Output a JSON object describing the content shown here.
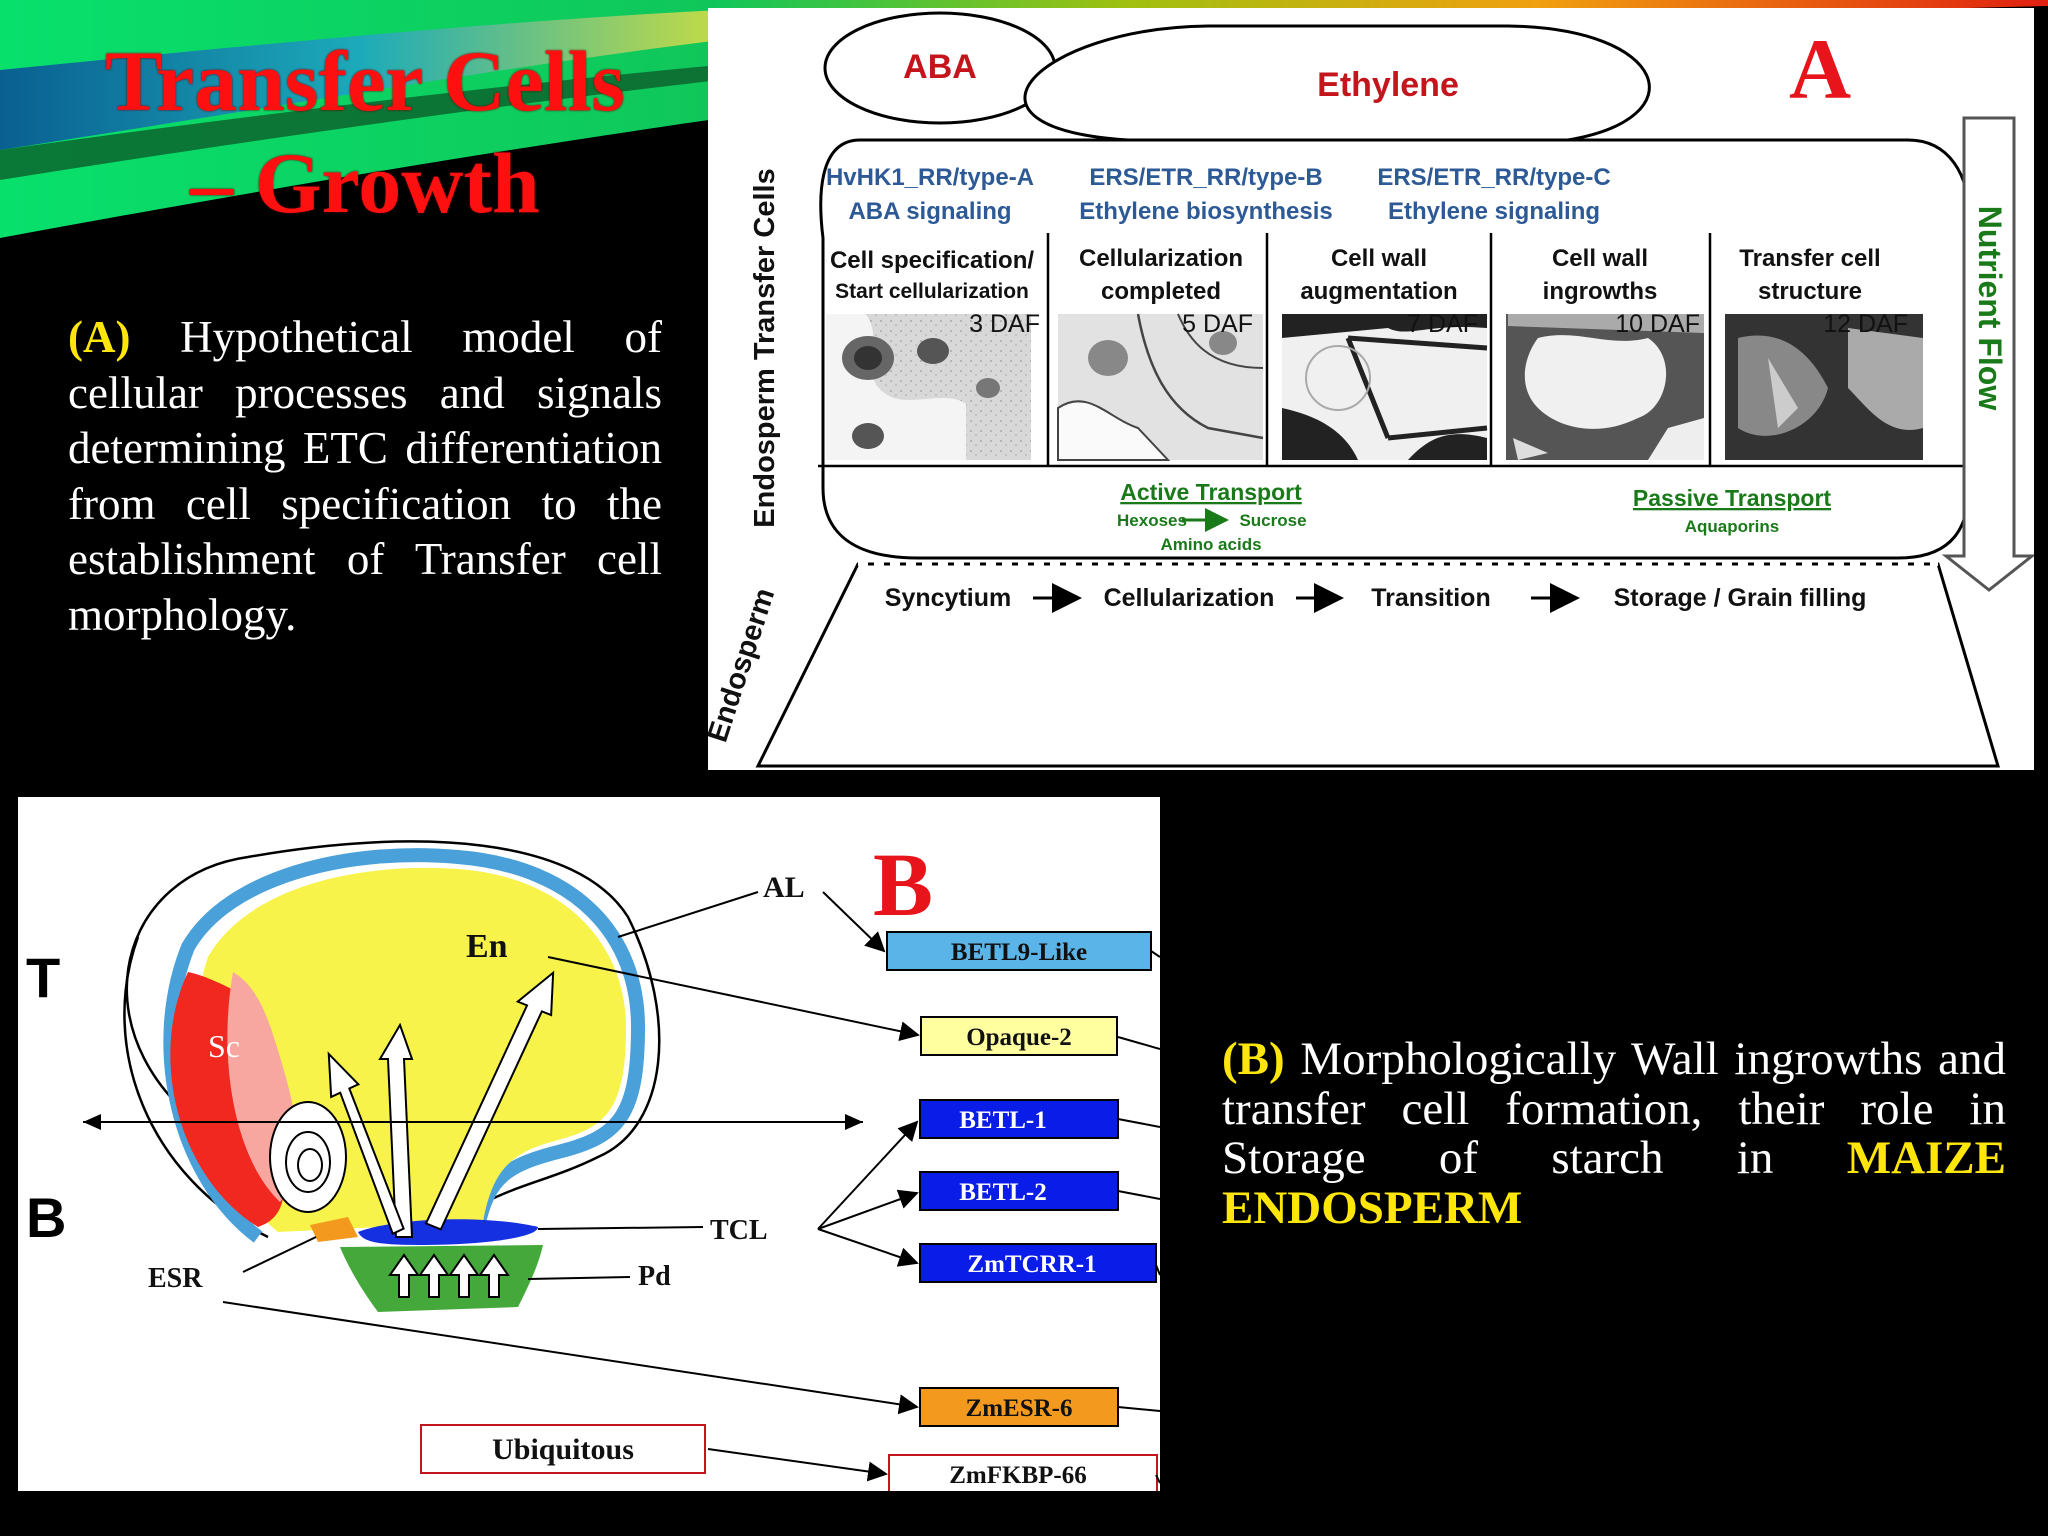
{
  "title": {
    "line1": "Transfer Cells",
    "line2": "– Growth"
  },
  "desc_a": {
    "label": "(A)",
    "text": " Hypothetical model of cellular processes and signals determining ETC differentiation from cell specification to the establishment of Transfer cell morphology."
  },
  "desc_b": {
    "label": "(B)",
    "text": " Morphologically Wall ingrowths and transfer cell formation, their role in Storage of starch in ",
    "highlight": "MAIZE ENDOSPERM"
  },
  "panel_a": {
    "letter": "A",
    "hormones": [
      "ABA",
      "Ethylene"
    ],
    "signals": [
      {
        "top": "HvHK1_RR/type-A",
        "bottom": "ABA signaling"
      },
      {
        "top": "ERS/ETR_RR/type-B",
        "bottom": "Ethylene biosynthesis"
      },
      {
        "top": "ERS/ETR_RR/type-C",
        "bottom": "Ethylene signaling"
      }
    ],
    "stages": [
      {
        "line1": "Cell specification/",
        "line2": "Start cellularization",
        "daf": "3 DAF"
      },
      {
        "line1": "Cellularization",
        "line2": "completed",
        "daf": "5 DAF"
      },
      {
        "line1": "Cell wall",
        "line2": "augmentation",
        "daf": "7 DAF"
      },
      {
        "line1": "Cell wall",
        "line2": "ingrowths",
        "daf": "10 DAF"
      },
      {
        "line1": "Transfer cell",
        "line2": "structure",
        "daf": "12 DAF"
      }
    ],
    "active_transport": {
      "title": "Active Transport",
      "line1": "Hexoses",
      "line1b": "Sucrose",
      "line2": "Amino acids"
    },
    "passive_transport": {
      "title": "Passive Transport",
      "line1": "Aquaporins"
    },
    "side_label": "Endosperm Transfer Cells",
    "nutrient_flow": "Nutrient Flow",
    "endosperm_label": "Endosperm",
    "phases": [
      "Syncytium",
      "Cellularization",
      "Transition",
      "Storage / Grain filling"
    ]
  },
  "panel_b": {
    "letter": "B",
    "labels": {
      "al": "AL",
      "en": "En",
      "sc": "Sc",
      "t": "T",
      "b": "B",
      "esr": "ESR",
      "tcl": "TCL",
      "pd": "Pd"
    },
    "genes": [
      {
        "name": "BETL9-Like",
        "color": "#5ab4e8",
        "dark": false
      },
      {
        "name": "Opaque-2",
        "color": "#ffffa0",
        "dark": false
      },
      {
        "name": "BETL-1",
        "color": "#0a1de8",
        "dark": true
      },
      {
        "name": "BETL-2",
        "color": "#0a1de8",
        "dark": true
      },
      {
        "name": "ZmTCRR-1",
        "color": "#0a1de8",
        "dark": true
      },
      {
        "name": "ZmESR-6",
        "color": "#f39a1e",
        "dark": false
      },
      {
        "name": "ZmFKBP-66",
        "color": "#ffffff",
        "dark": false
      }
    ],
    "ubiquitous": "Ubiquitous"
  }
}
